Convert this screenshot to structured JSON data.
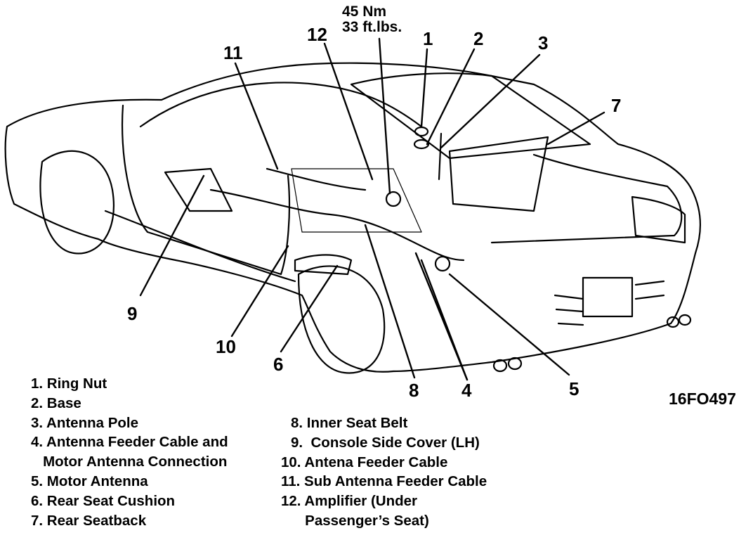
{
  "figure": {
    "torque": {
      "line1": "45 Nm",
      "line2": "33 ft.lbs."
    },
    "figure_code": "16FO497",
    "callouts": [
      "1",
      "2",
      "3",
      "4",
      "5",
      "6",
      "7",
      "8",
      "9",
      "10",
      "11",
      "12"
    ]
  },
  "legend": {
    "left": [
      "1. Ring Nut",
      "2. Base",
      "3. Antenna Pole",
      "4. Antenna Feeder Cable and",
      "   Motor Antenna Connection",
      "5. Motor Antenna",
      "6. Rear Seat Cushion",
      "7. Rear Seatback"
    ],
    "right": [
      "8. Inner Seat Belt",
      "9.  Console Side Cover (LH)",
      "10. Antena Feeder Cable",
      "11. Sub Antenna Feeder Cable",
      "12. Amplifier (Under",
      "      Passenger’s Seat)"
    ]
  }
}
